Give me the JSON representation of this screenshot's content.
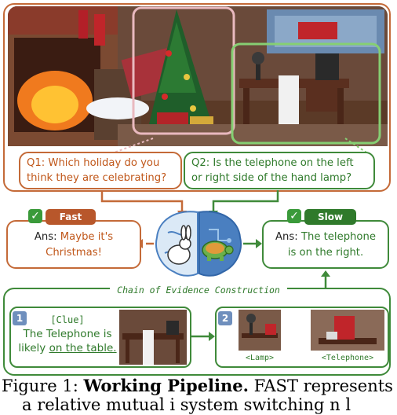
{
  "questions": {
    "q1": {
      "prefix": "Q1:",
      "line1": " Which holiday do you",
      "line2": "think they are celebrating?"
    },
    "q2": {
      "prefix": "Q2:",
      "line1": " Is the telephone on the left",
      "line2": "or right side of the hand lamp?"
    }
  },
  "fast": {
    "tag": "Fast",
    "ans_label": "Ans:",
    "ans_line1": " Maybe it's",
    "ans_line2": "Christmas!"
  },
  "slow": {
    "tag": "Slow",
    "ans_label": "Ans:",
    "ans_line1": " The telephone",
    "ans_line2": "is on the right."
  },
  "chain": {
    "title": "Chain of Evidence Construction",
    "step1_number": "1",
    "step2_number": "2",
    "clue_tag": "[Clue]",
    "clue_line1": "The Telephone is",
    "clue_line2_a": "likely ",
    "clue_line2_b": "on the table.",
    "label_lamp": "<Lamp>",
    "label_telephone": "<Telephone>"
  },
  "caption": {
    "figure": "Figure 1: ",
    "bold": "Working Pipeline.",
    "rest": " FAST represents",
    "line2": "a  relative  mutual  i  system  switching  n  l"
  },
  "colors": {
    "fast": "#c46a38",
    "slow": "#3f8a3a",
    "check": "#3a9a3a"
  }
}
